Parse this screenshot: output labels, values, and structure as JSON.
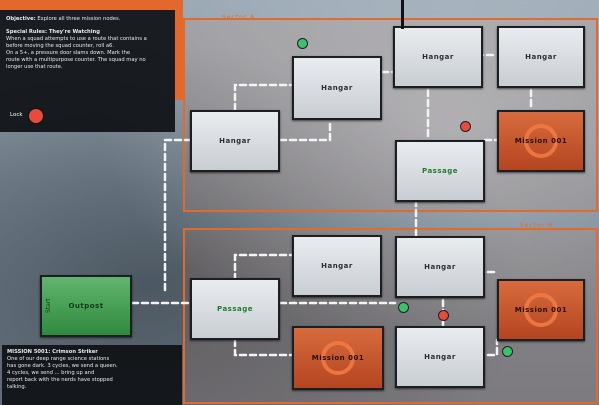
{
  "mission_panel_top": {
    "objective_label": "Objective:",
    "objective_text": "Explore all three mission nodes.",
    "special_rules_label": "Special Rules: They're Watching",
    "rule_line_1": "When a squad attempts to use a route that contains a",
    "rule_line_2": "before moving the squad counter, roll a6.",
    "rule_line_3": "On a 5+, a pressure door slams down. Mark the",
    "rule_line_4": "route with a multipurpose counter. The squad may no",
    "rule_line_5": "longer use that route.",
    "lock_label": "Lock"
  },
  "mission_panel_bottom": {
    "title": "MISSION 5001: Crimson Striker",
    "line_1": "One of our deep range science stations",
    "line_2": "has gone dark. 3 cycles, we send a queen.",
    "line_3": "4 cycles, we send ... bring up and",
    "line_4": "report back with the nerds have stopped",
    "line_5": "talking."
  },
  "zones": {
    "upper_label": "Sector A",
    "lower_label": "Sector B"
  },
  "tiles": {
    "upper": [
      {
        "name": "Hangar",
        "type": "gray"
      },
      {
        "name": "Hangar",
        "type": "gray"
      },
      {
        "name": "Hangar",
        "type": "gray"
      },
      {
        "name": "Hangar",
        "type": "gray"
      },
      {
        "name": "Passage",
        "type": "gray"
      },
      {
        "name": "Mission 001",
        "type": "orange"
      }
    ],
    "lower": [
      {
        "name": "Outpost",
        "type": "green",
        "side": "Start"
      },
      {
        "name": "Passage",
        "type": "gray"
      },
      {
        "name": "Hangar",
        "type": "gray"
      },
      {
        "name": "Hangar",
        "type": "gray"
      },
      {
        "name": "Mission 001",
        "type": "orange"
      },
      {
        "name": "Mission 001",
        "type": "orange"
      },
      {
        "name": "Hangar",
        "type": "gray"
      }
    ]
  },
  "colors": {
    "accent": "#e2682b",
    "tile_gray": "#d6dadf",
    "tile_green": "#3f9a4f",
    "tile_orange": "#c9552c",
    "marker_red": "#e64b3c",
    "marker_green": "#3fc06a"
  }
}
